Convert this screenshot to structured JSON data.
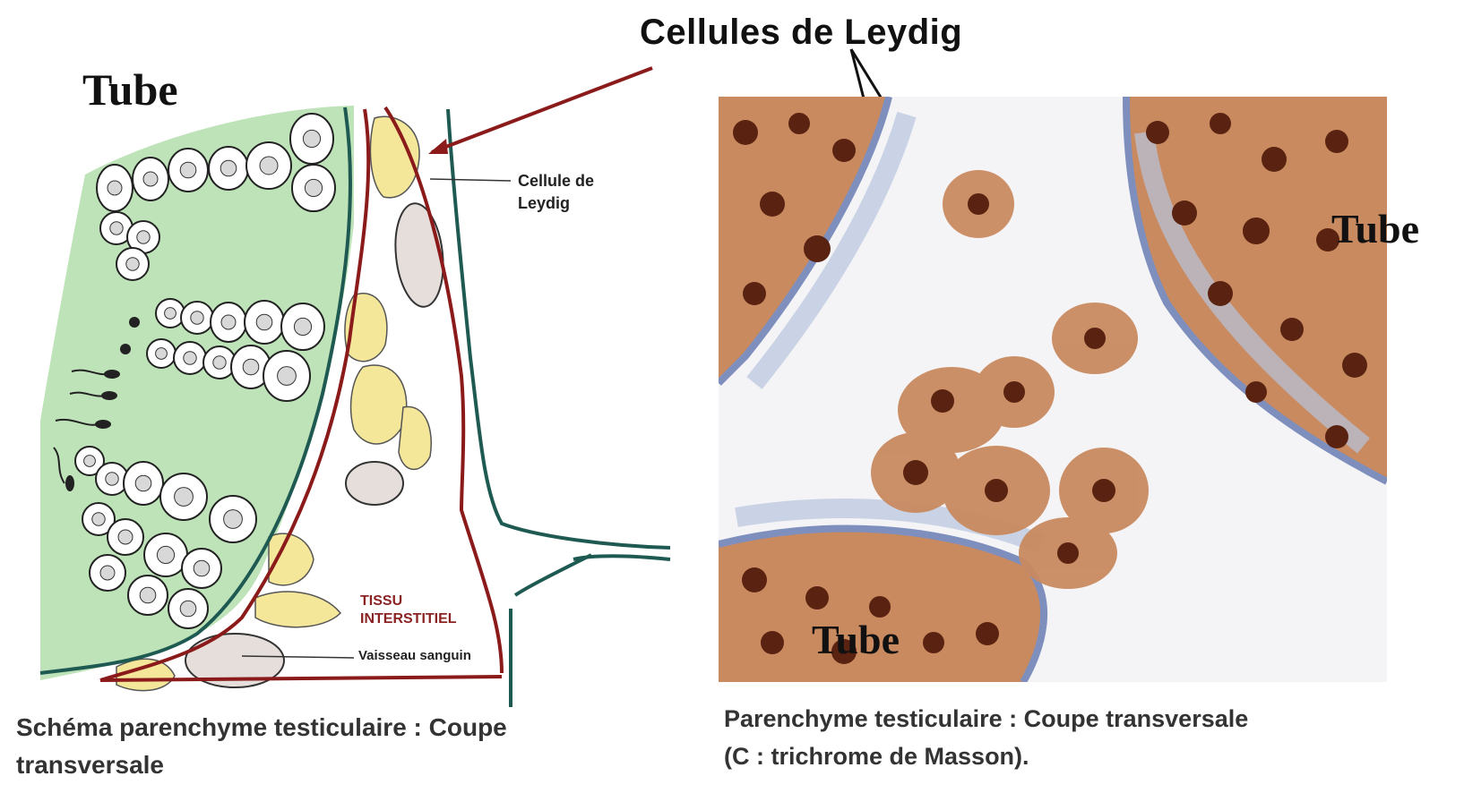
{
  "title": "Cellules de Leydig",
  "schema": {
    "tube_label": "Tube",
    "cell_label_line1": "Cellule de",
    "cell_label_line2": "Leydig",
    "tissue_label_line1": "TISSU",
    "tissue_label_line2": "INTERSTITIEL",
    "vessel_label": "Vaisseau sanguin",
    "caption_line1": "Schéma parenchyme testiculaire : Coupe",
    "caption_line2": "transversale"
  },
  "micrograph": {
    "tube_label_top": "Tube",
    "tube_label_bottom": "Tube",
    "caption_line1": "Parenchyme testiculaire : Coupe transversale",
    "caption_line2": "(C : trichrome de Masson)."
  },
  "colors": {
    "tubule_green": "#bfe3b9",
    "leydig_yellow": "#f4e79a",
    "red_line": "#8b1a1a",
    "teal_line": "#1f5a52",
    "tissue_brown": "#c98a60",
    "stroma_blue": "#b7c4de"
  }
}
